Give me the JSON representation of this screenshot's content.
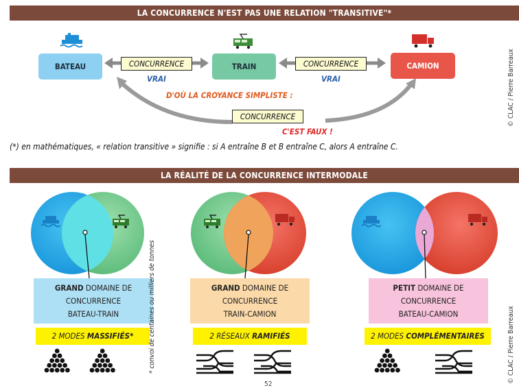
{
  "top": {
    "title": "LA CONCURRENCE N'EST PAS UNE RELATION \"TRANSITIVE\"*",
    "nodes": {
      "bateau": "BATEAU",
      "train": "TRAIN",
      "camion": "CAMION"
    },
    "concurrence_label": "CONCURRENCE",
    "vrai": "VRAI",
    "croyance": "D'OÙ LA CROYANCE SIMPLISTE :",
    "faux": "C'EST FAUX !",
    "footnote": "(*) en mathématiques, « relation transitive » signifie : si A entraîne B et B entraîne C, alors A entraîne C.",
    "copyright": "© CLAC / Pierre Barreaux"
  },
  "bottom": {
    "title": "LA RÉALITÉ DE LA CONCURRENCE INTERMODALE",
    "panels": [
      {
        "strong": "GRAND",
        "l1": " DOMAINE DE",
        "l2": "CONCURRENCE",
        "l3": "BATEAU-TRAIN",
        "mode_a": "2 MODES ",
        "mode_b": "MASSIFIÉS*",
        "box_color": "#aee0f5",
        "lens_color": "#5fe0e5"
      },
      {
        "strong": "GRAND",
        "l1": " DOMAINE DE",
        "l2": "CONCURRENCE",
        "l3": "TRAIN-CAMION",
        "mode_a": "2 RÉSEAUX ",
        "mode_b": "RAMIFIÉS",
        "box_color": "#fbd9a8",
        "lens_color": "#f0a35a"
      },
      {
        "strong": "PETIT",
        "l1": " DOMAINE DE",
        "l2": "CONCURRENCE",
        "l3": "BATEAU-CAMION",
        "mode_a": "2 MODES ",
        "mode_b": "COMPLÉMENTAIRES",
        "box_color": "#f8c3dc",
        "lens_color": "#e9a8d6"
      }
    ],
    "side_note": "* convoi de centaines ou milliers de tonnes",
    "copyright": "© CLAC / Pierre Barreaux",
    "page_number": "52"
  },
  "colors": {
    "banner": "#7c4a3a",
    "bateau": "#8dd0f2",
    "train": "#77c9a4",
    "camion": "#e8564a",
    "blue_circle": "#29a8e6",
    "green_circle": "#7fcf95",
    "red_circle": "#e85648",
    "highlight": "#fff200"
  },
  "icons": [
    "boat-icon",
    "train-icon",
    "truck-icon",
    "pyramid-icon",
    "branch-network-icon"
  ]
}
